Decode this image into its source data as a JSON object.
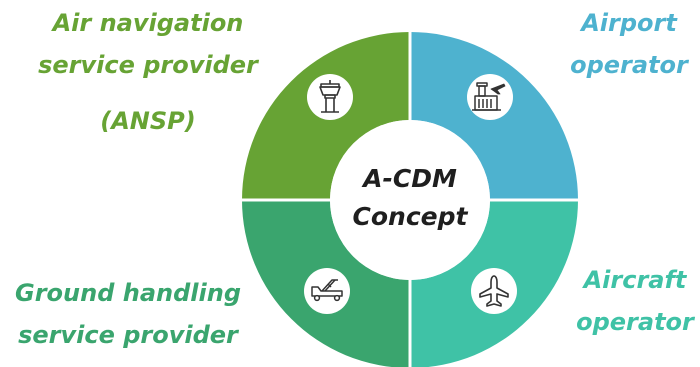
{
  "colors": {
    "ansp": "#67a334",
    "airport": "#4eb2cf",
    "aircraft": "#3fc2a6",
    "ground": "#3aa56e",
    "center_text": "#1f1f1f"
  },
  "center": {
    "line1": "A-CDM",
    "line2": "Concept"
  },
  "quadrants": {
    "ansp": {
      "line1": "Air navigation",
      "line2": "service provider",
      "line3": "(ANSP)",
      "icon": "control-tower-icon"
    },
    "airport": {
      "line1": "Airport",
      "line2": "operator",
      "icon": "airport-terminal-icon"
    },
    "aircraft": {
      "line1": "Aircraft",
      "line2": "operator",
      "icon": "airplane-icon"
    },
    "ground": {
      "line1": "Ground handling",
      "line2": "service provider",
      "icon": "stairs-truck-icon"
    }
  }
}
